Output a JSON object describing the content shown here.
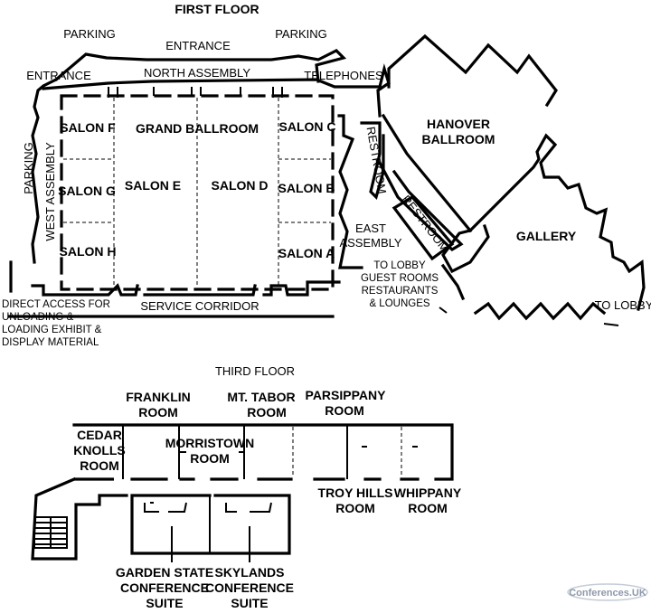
{
  "floors": {
    "first": {
      "title": "FIRST FLOOR",
      "labels": {
        "parking_left": "PARKING",
        "entrance_top": "ENTRANCE",
        "parking_right": "PARKING",
        "entrance_left": "ENTRANCE",
        "north_assembly": "NORTH ASSEMBLY",
        "telephones": "TELEPHONES",
        "parking_side": "PARKING",
        "west_assembly": "WEST ASSEMBLY",
        "salon_f": "SALON F",
        "grand_ballroom": "GRAND BALLROOM",
        "salon_c": "SALON C",
        "salon_g": "SALON G",
        "salon_e": "SALON E",
        "salon_d": "SALON D",
        "salon_b": "SALON B",
        "salon_h": "SALON H",
        "salon_a": "SALON A",
        "restroom_1": "RESTROOM",
        "restroom_2": "RESTROOM",
        "east_assembly_1": "EAST",
        "east_assembly_2": "ASSEMBLY",
        "hanover_1": "HANOVER",
        "hanover_2": "BALLROOM",
        "gallery": "GALLERY",
        "to_lobby_1": "TO LOBBY",
        "to_lobby_2": "GUEST ROOMS",
        "to_lobby_3": "RESTAURANTS",
        "to_lobby_4": "& LOUNGES",
        "to_lobby_right": "TO LOBBY",
        "service_corridor": "SERVICE CORRIDOR",
        "direct_1": "DIRECT ACCESS FOR",
        "direct_2": "UNLOADING &",
        "direct_3": "LOADING EXHIBIT &",
        "direct_4": "DISPLAY MATERIAL"
      }
    },
    "third": {
      "title": "THIRD FLOOR",
      "labels": {
        "franklin_1": "FRANKLIN",
        "franklin_2": "ROOM",
        "mt_tabor_1": "MT. TABOR",
        "mt_tabor_2": "ROOM",
        "parsippany_1": "PARSIPPANY",
        "parsippany_2": "ROOM",
        "cedar_1": "CEDAR",
        "cedar_2": "KNOLLS",
        "cedar_3": "ROOM",
        "morristown_1": "MORRISTOWN",
        "morristown_2": "ROOM",
        "troy_1": "TROY HILLS",
        "troy_2": "ROOM",
        "whippany_1": "WHIPPANY",
        "whippany_2": "ROOM",
        "garden_1": "GARDEN STATE",
        "garden_2": "CONFERENCE",
        "garden_3": "SUITE",
        "skylands_1": "SKYLANDS",
        "skylands_2": "CONFERENCE",
        "skylands_3": "SUITE"
      }
    }
  },
  "watermark": "Conferences.UK",
  "colors": {
    "ink": "#000000",
    "watermark": "#8d98aa"
  }
}
